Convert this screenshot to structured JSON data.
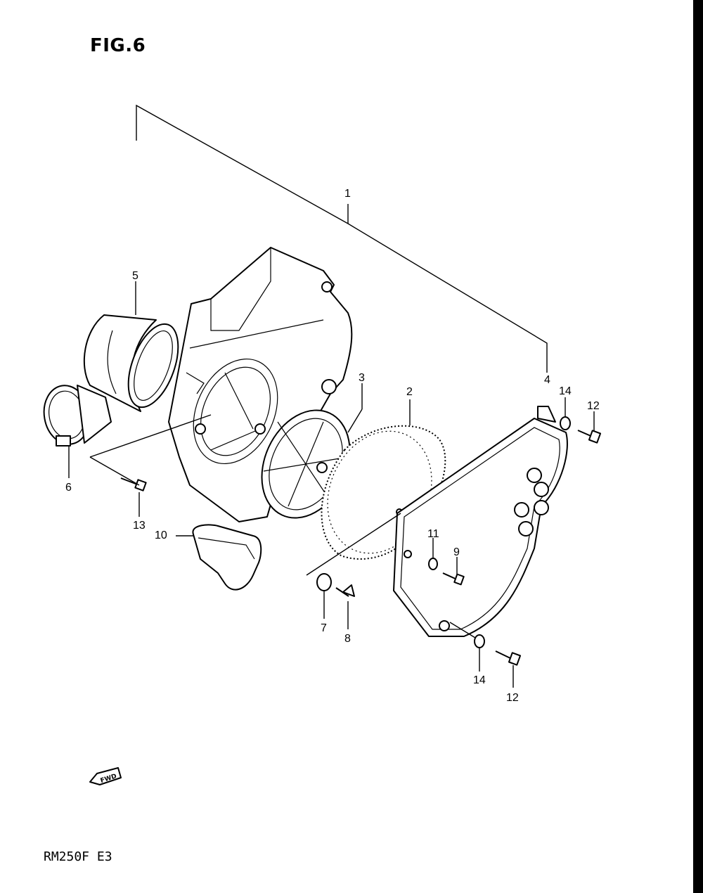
{
  "figure": {
    "title": "FIG.6",
    "model_code": "RM250F  E3",
    "fwd_label": "FWD"
  },
  "callouts": [
    {
      "id": "1",
      "label": "1"
    },
    {
      "id": "2",
      "label": "2"
    },
    {
      "id": "3",
      "label": "3"
    },
    {
      "id": "4",
      "label": "4"
    },
    {
      "id": "5",
      "label": "5"
    },
    {
      "id": "6",
      "label": "6"
    },
    {
      "id": "7",
      "label": "7"
    },
    {
      "id": "8",
      "label": "8"
    },
    {
      "id": "9",
      "label": "9"
    },
    {
      "id": "10",
      "label": "10"
    },
    {
      "id": "11",
      "label": "11"
    },
    {
      "id": "12a",
      "label": "12"
    },
    {
      "id": "12b",
      "label": "12"
    },
    {
      "id": "13",
      "label": "13"
    },
    {
      "id": "14a",
      "label": "14"
    },
    {
      "id": "14b",
      "label": "14"
    }
  ]
}
